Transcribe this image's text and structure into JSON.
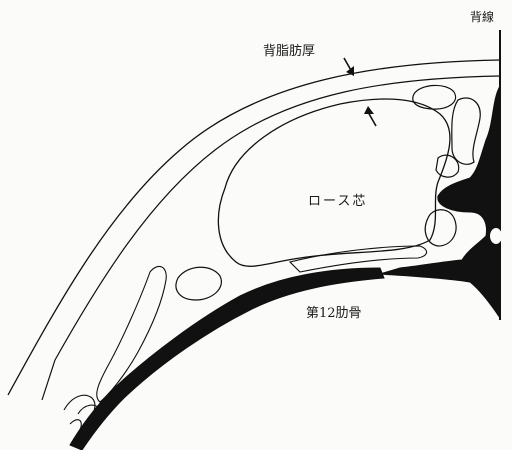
{
  "labels": {
    "spine_line": "背線",
    "backfat_thickness": "背脂肪厚",
    "loin_eye": "ロース芯",
    "twelfth_rib": "第12肋骨"
  },
  "colors": {
    "ink": "#111111",
    "background": "#fbfbf9"
  }
}
